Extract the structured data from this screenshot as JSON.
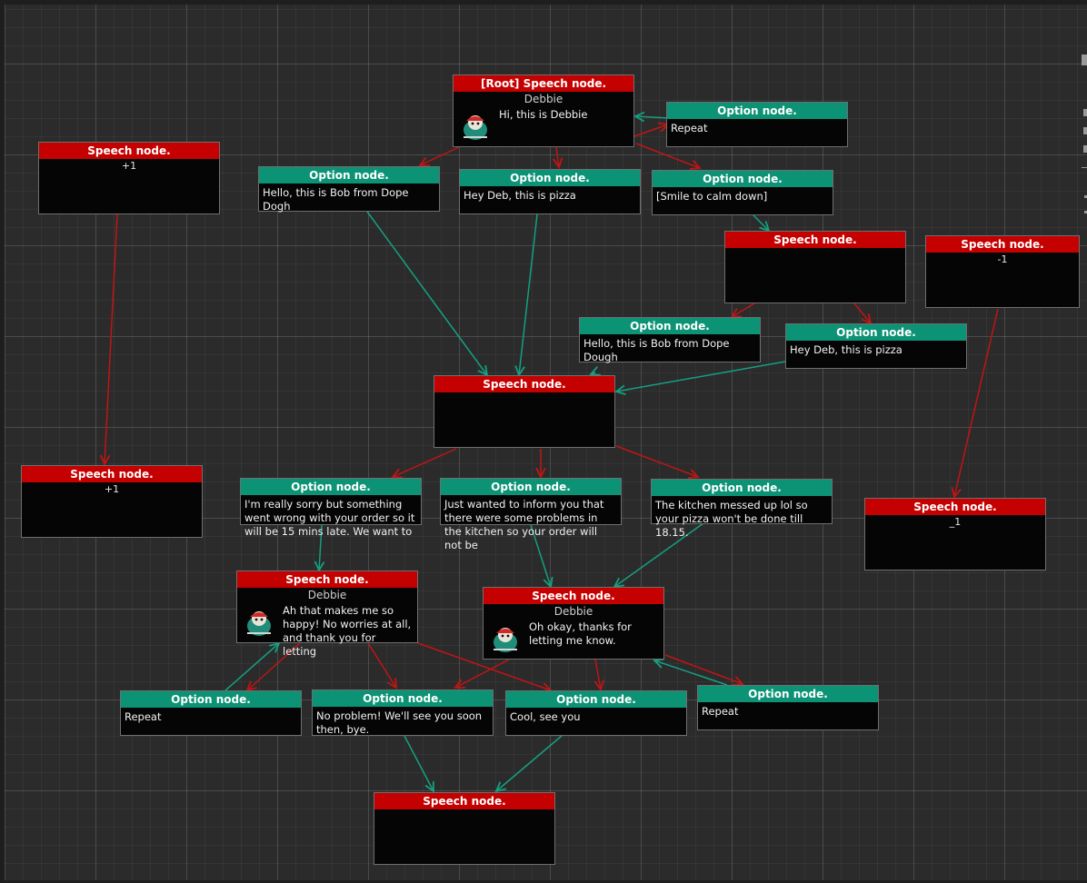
{
  "nodes": {
    "root": {
      "header": "[Root] Speech node.",
      "speaker": "Debbie",
      "text": "Hi, this is Debbie"
    },
    "repeat_top": {
      "header": "Option node.",
      "text": "Repeat"
    },
    "plus_top": {
      "header": "Speech node.",
      "value": "+1"
    },
    "opt_bob": {
      "header": "Option node.",
      "text": "Hello, this is Bob from Dope Dogh"
    },
    "opt_pizza": {
      "header": "Option node.",
      "text": "Hey Deb, this is pizza"
    },
    "opt_smile": {
      "header": "Option node.",
      "text": "[Smile to calm down]"
    },
    "speech_mid_right": {
      "header": "Speech node."
    },
    "minus_right": {
      "header": "Speech node.",
      "value": "-1"
    },
    "opt_bob2": {
      "header": "Option node.",
      "text": "Hello, this is Bob from Dope Dough"
    },
    "opt_pizza2": {
      "header": "Option node.",
      "text": "Hey Deb, this is pizza"
    },
    "speech_center": {
      "header": "Speech node."
    },
    "plus_left": {
      "header": "Speech node.",
      "value": "+1"
    },
    "opt_sorry": {
      "header": "Option node.",
      "text": "I'm really sorry but something went wrong with your order so it will be 15 mins late. We want to"
    },
    "opt_inform": {
      "header": "Option node.",
      "text": "Just wanted to inform you that there were some problems in the kitchen so your order will not be"
    },
    "opt_kitchen": {
      "header": "Option node.",
      "text": "The kitchen messed up lol so your pizza won't be done till 18.15."
    },
    "minus_bottom_right": {
      "header": "Speech node.",
      "value": "_1"
    },
    "speech_happy": {
      "header": "Speech node.",
      "speaker": "Debbie",
      "text": "Ah that makes me so happy! No worries at all, and thank you for letting"
    },
    "speech_okay": {
      "header": "Speech node.",
      "speaker": "Debbie",
      "text": "Oh okay, thanks for letting me know."
    },
    "repeat_left": {
      "header": "Option node.",
      "text": "Repeat"
    },
    "opt_noproblem": {
      "header": "Option node.",
      "text": "No problem! We'll see you soon then, bye."
    },
    "opt_cool": {
      "header": "Option node.",
      "text": "Cool, see you"
    },
    "repeat_right": {
      "header": "Option node.",
      "text": "Repeat"
    },
    "speech_end": {
      "header": "Speech node."
    }
  },
  "colors": {
    "speech_header": "#c50000",
    "option_header": "#0c9274",
    "edge_from_speech": "#c21414",
    "edge_from_option": "#14a080",
    "canvas": "#2b2b2b"
  },
  "icons": {
    "speaker_portrait": "debbie-portrait-icon"
  }
}
